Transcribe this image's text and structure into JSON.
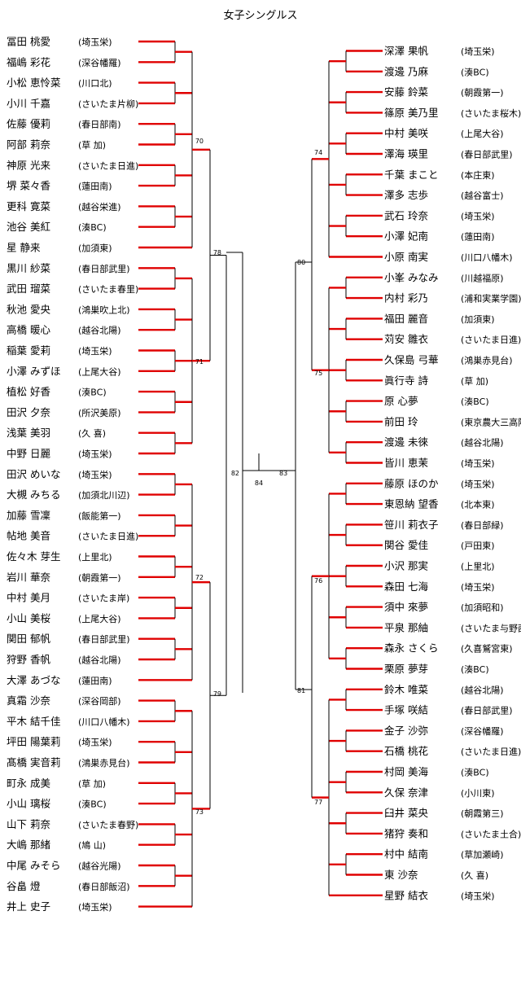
{
  "title": "女子シングルス",
  "colors": {
    "win": "#e00000",
    "line": "#000000"
  },
  "match_numbers": {
    "left_q": [
      "70",
      "71",
      "72",
      "73"
    ],
    "left_s": [
      "78",
      "79"
    ],
    "left_f": "82",
    "final": "84",
    "right_f": "83",
    "right_s": [
      "80",
      "81"
    ],
    "right_q": [
      "74",
      "75",
      "76",
      "77"
    ]
  },
  "left_players": [
    {
      "name": "冨田 桃愛",
      "school": "(埼玉栄)"
    },
    {
      "name": "福嶋 彩花",
      "school": "(深谷幡羅)"
    },
    {
      "name": "小松 恵怜菜",
      "school": "(川口北)"
    },
    {
      "name": "小川 千嘉",
      "school": "(さいたま片柳)"
    },
    {
      "name": "佐藤 優莉",
      "school": "(春日部南)"
    },
    {
      "name": "阿部 莉奈",
      "school": "(草 加)"
    },
    {
      "name": "神原 光来",
      "school": "(さいたま日進)"
    },
    {
      "name": "堺 菜々香",
      "school": "(蓮田南)"
    },
    {
      "name": "更科 寛菜",
      "school": "(越谷栄進)"
    },
    {
      "name": "池谷 美紅",
      "school": "(湊BC)"
    },
    {
      "name": "星 静来",
      "school": "(加須東)"
    },
    {
      "name": "黒川 紗菜",
      "school": "(春日部武里)"
    },
    {
      "name": "武田 瑠菜",
      "school": "(さいたま春里)"
    },
    {
      "name": "秋池 愛央",
      "school": "(鴻巣吹上北)"
    },
    {
      "name": "高橋 暖心",
      "school": "(越谷北陽)"
    },
    {
      "name": "稲葉 愛莉",
      "school": "(埼玉栄)"
    },
    {
      "name": "小澤 みずほ",
      "school": "(上尾大谷)"
    },
    {
      "name": "植松 好香",
      "school": "(湊BC)"
    },
    {
      "name": "田沢 夕奈",
      "school": "(所沢美原)"
    },
    {
      "name": "浅葉 美羽",
      "school": "(久 喜)"
    },
    {
      "name": "中野 日麗",
      "school": "(埼玉栄)"
    },
    {
      "name": "田沢 めいな",
      "school": "(埼玉栄)"
    },
    {
      "name": "大槻 みちる",
      "school": "(加須北川辺)"
    },
    {
      "name": "加藤 雪凜",
      "school": "(飯能第一)"
    },
    {
      "name": "帖地 美音",
      "school": "(さいたま日進)"
    },
    {
      "name": "佐々木 芽生",
      "school": "(上里北)"
    },
    {
      "name": "岩川 華奈",
      "school": "(朝霞第一)"
    },
    {
      "name": "中村 美月",
      "school": "(さいたま岸)"
    },
    {
      "name": "小山 美桜",
      "school": "(上尾大谷)"
    },
    {
      "name": "関田 郁帆",
      "school": "(春日部武里)"
    },
    {
      "name": "狩野 香帆",
      "school": "(越谷北陽)"
    },
    {
      "name": "大澤 あづな",
      "school": "(蓮田南)"
    },
    {
      "name": "真霜 沙奈",
      "school": "(深谷岡部)"
    },
    {
      "name": "平木 結千佳",
      "school": "(川口八幡木)"
    },
    {
      "name": "坪田 陽葉莉",
      "school": "(埼玉栄)"
    },
    {
      "name": "髙橋 実音莉",
      "school": "(鴻巣赤見台)"
    },
    {
      "name": "町永 成美",
      "school": "(草 加)"
    },
    {
      "name": "小山 璃桜",
      "school": "(湊BC)"
    },
    {
      "name": "山下 莉奈",
      "school": "(さいたま春野)"
    },
    {
      "name": "大嶋 那緒",
      "school": "(鳩 山)"
    },
    {
      "name": "中尾 みそら",
      "school": "(越谷光陽)"
    },
    {
      "name": "谷畠 燈",
      "school": "(春日部飯沼)"
    },
    {
      "name": "井上 史子",
      "school": "(埼玉栄)"
    }
  ],
  "right_players": [
    {
      "name": "深澤 果帆",
      "school": "(埼玉栄)"
    },
    {
      "name": "渡邊 乃麻",
      "school": "(湊BC)"
    },
    {
      "name": "安藤 鈴菜",
      "school": "(朝霞第一)"
    },
    {
      "name": "篠原 美乃里",
      "school": "(さいたま桜木)"
    },
    {
      "name": "中村 美咲",
      "school": "(上尾大谷)"
    },
    {
      "name": "澤海 瑛里",
      "school": "(春日部武里)"
    },
    {
      "name": "千葉 まこと",
      "school": "(本庄東)"
    },
    {
      "name": "澤多 志歩",
      "school": "(越谷富士)"
    },
    {
      "name": "武石 玲奈",
      "school": "(埼玉栄)"
    },
    {
      "name": "小澤 妃南",
      "school": "(蓮田南)"
    },
    {
      "name": "小原 南実",
      "school": "(川口八幡木)"
    },
    {
      "name": "小峯 みなみ",
      "school": "(川越福原)"
    },
    {
      "name": "内村 彩乃",
      "school": "(浦和実業学園)"
    },
    {
      "name": "福田 麗音",
      "school": "(加須東)"
    },
    {
      "name": "苅安 雛衣",
      "school": "(さいたま日進)"
    },
    {
      "name": "久保島 弓華",
      "school": "(鴻巣赤見台)"
    },
    {
      "name": "眞行寺 詩",
      "school": "(草 加)"
    },
    {
      "name": "原 心夢",
      "school": "(湊BC)"
    },
    {
      "name": "前田 玲",
      "school": "(東京農大三高附属)"
    },
    {
      "name": "渡邊 未徠",
      "school": "(越谷北陽)"
    },
    {
      "name": "皆川 恵茉",
      "school": "(埼玉栄)"
    },
    {
      "name": "藤原 ほのか",
      "school": "(埼玉栄)"
    },
    {
      "name": "東恩納 望香",
      "school": "(北本東)"
    },
    {
      "name": "笹川 莉衣子",
      "school": "(春日部緑)"
    },
    {
      "name": "関谷 愛佳",
      "school": "(戸田東)"
    },
    {
      "name": "小沢 那実",
      "school": "(上里北)"
    },
    {
      "name": "森田 七海",
      "school": "(埼玉栄)"
    },
    {
      "name": "須中 來夢",
      "school": "(加須昭和)"
    },
    {
      "name": "平泉 那紬",
      "school": "(さいたま与野西)"
    },
    {
      "name": "森永 さくら",
      "school": "(久喜鷲宮東)"
    },
    {
      "name": "栗原 夢芽",
      "school": "(湊BC)"
    },
    {
      "name": "鈴木 唯菜",
      "school": "(越谷北陽)"
    },
    {
      "name": "手塚 咲結",
      "school": "(春日部武里)"
    },
    {
      "name": "金子 沙弥",
      "school": "(深谷幡羅)"
    },
    {
      "name": "石橋 桃花",
      "school": "(さいたま日進)"
    },
    {
      "name": "村岡 美海",
      "school": "(湊BC)"
    },
    {
      "name": "久保 奈津",
      "school": "(小川東)"
    },
    {
      "name": "臼井 菜央",
      "school": "(朝霞第三)"
    },
    {
      "name": "猪狩 奏和",
      "school": "(さいたま土合)"
    },
    {
      "name": "村中 結南",
      "school": "(草加瀬崎)"
    },
    {
      "name": "東 沙奈",
      "school": "(久 喜)"
    },
    {
      "name": "星野 結衣",
      "school": "(埼玉栄)"
    }
  ]
}
